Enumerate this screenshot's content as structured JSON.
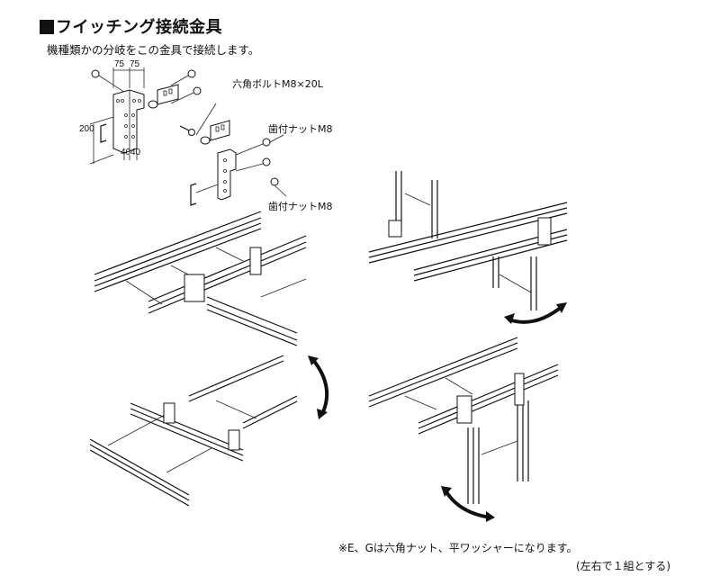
{
  "header": {
    "title": "フイッチング接続金具",
    "subtitle": "機種類かの分岐をこの金具で接続します。"
  },
  "parts_diagram": {
    "labels": {
      "bolt": "六角ボルトM8×20L",
      "nut_upper": "歯付ナットM8",
      "nut_lower": "歯付ナットM8"
    },
    "dimensions": {
      "width_left": "75",
      "width_right": "75",
      "height": "200",
      "base_left": "40",
      "base_right": "40"
    }
  },
  "illustrations": [
    {
      "name": "horizontal-t-branch"
    },
    {
      "name": "vertical-drop-branch"
    },
    {
      "name": "horizontal-cross-pivot"
    },
    {
      "name": "vertical-hang-pivot"
    }
  ],
  "notes": {
    "note1": "※E、Gは六角ナット、平ワッシャーになります。",
    "note2": "(左右で１組とする)"
  }
}
